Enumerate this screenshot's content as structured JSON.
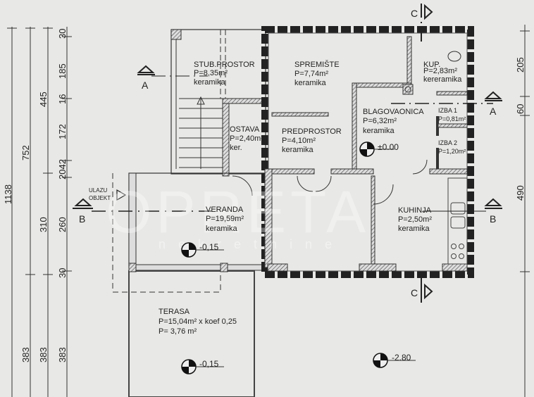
{
  "rooms": {
    "stub": {
      "name": "STUB.PROSTOR",
      "area": "P=8,35m²",
      "floor": "keramika"
    },
    "spremiste": {
      "name": "SPREMIŠTE",
      "area": "P=7,74m²",
      "floor": "keramika"
    },
    "kup": {
      "name": "KUP.",
      "area": "P=2,83m²",
      "floor": "kereramika"
    },
    "ostava": {
      "name": "OSTAVA",
      "area": "P=2,40m²",
      "floor": "ker."
    },
    "predprostor": {
      "name": "PREDPROSTOR",
      "area": "P=4,10m²",
      "floor": "keramika"
    },
    "blagovaonica": {
      "name": "BLAGOVAONICA",
      "area": "P=6,32m²",
      "floor": "keramika"
    },
    "izba1": {
      "name": "IZBA 1",
      "area": "P=0,81m²"
    },
    "izba2": {
      "name": "IZBA 2",
      "area": "P=1,20m²"
    },
    "veranda": {
      "name": "VERANDA",
      "area": "P=19,59m²",
      "floor": "keramika"
    },
    "kuhinja": {
      "name": "KUHINJA",
      "area": "P=2,50m²",
      "floor": "keramika"
    },
    "terasa": {
      "name": "TERASA",
      "area": "P=15,04m² x koef 0,25",
      "area2": "P= 3,76 m²"
    }
  },
  "levels": {
    "main": "±0.00",
    "veranda": "-0,15",
    "terasa": "-0,15",
    "ground": "-2.80"
  },
  "entrance": {
    "line1": "ULAZU",
    "line2": "OBJEKT"
  },
  "sections": {
    "a": "A",
    "b": "B",
    "c": "C"
  },
  "dimensions": {
    "left": {
      "total": "1138",
      "d752": "752",
      "d445": "445",
      "d310": "310",
      "d383a": "383",
      "d383b": "383",
      "d383c": "383",
      "d30a": "30",
      "d185": "185",
      "d16": "16",
      "d172": "172",
      "d2042": "2042",
      "d260": "260",
      "d30b": "30"
    },
    "right": {
      "d205": "205",
      "d60": "60",
      "d490": "490"
    }
  },
  "watermark": {
    "brand": "OPRETA",
    "sub": "nekretnine"
  }
}
